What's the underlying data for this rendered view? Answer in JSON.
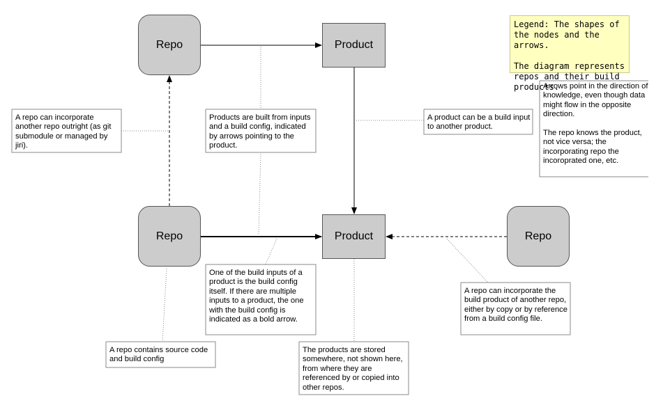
{
  "legend": {
    "text": "Legend: The shapes of the nodes and the arrows.\n\nThe diagram represents repos and their build products."
  },
  "nodes": {
    "repo_top": "Repo",
    "product_top": "Product",
    "repo_middle": "Repo",
    "product_middle": "Product",
    "repo_right": "Repo"
  },
  "notes": {
    "arrows_direction": "Arrows point in the direction of knowledge, even though data might flow in the opposite direction.\n\nThe repo knows the product, not vice versa; the incorporating repo the incoroprated one, etc.",
    "repo_incorporate": "A repo can incorporate another repo outright (as git submodule or managed by jiri).",
    "products_built": "Products are built from inputs and a build config, indicated by arrows pointing to the product.",
    "product_input": "A product can be a build input to another product.",
    "build_inputs": "One of the build inputs of a product is the build config itself. If there are multiple inputs to a product, the one with the build config is indicated as a bold arrow.",
    "repo_build_product": "A repo can incorporate the build product of another repo, either by copy or by reference from a build config file.",
    "repo_contains": "A repo contains source code and build config",
    "products_stored": "The products are stored somewhere, not shown here, from where they are referenced by or copied into other repos."
  }
}
